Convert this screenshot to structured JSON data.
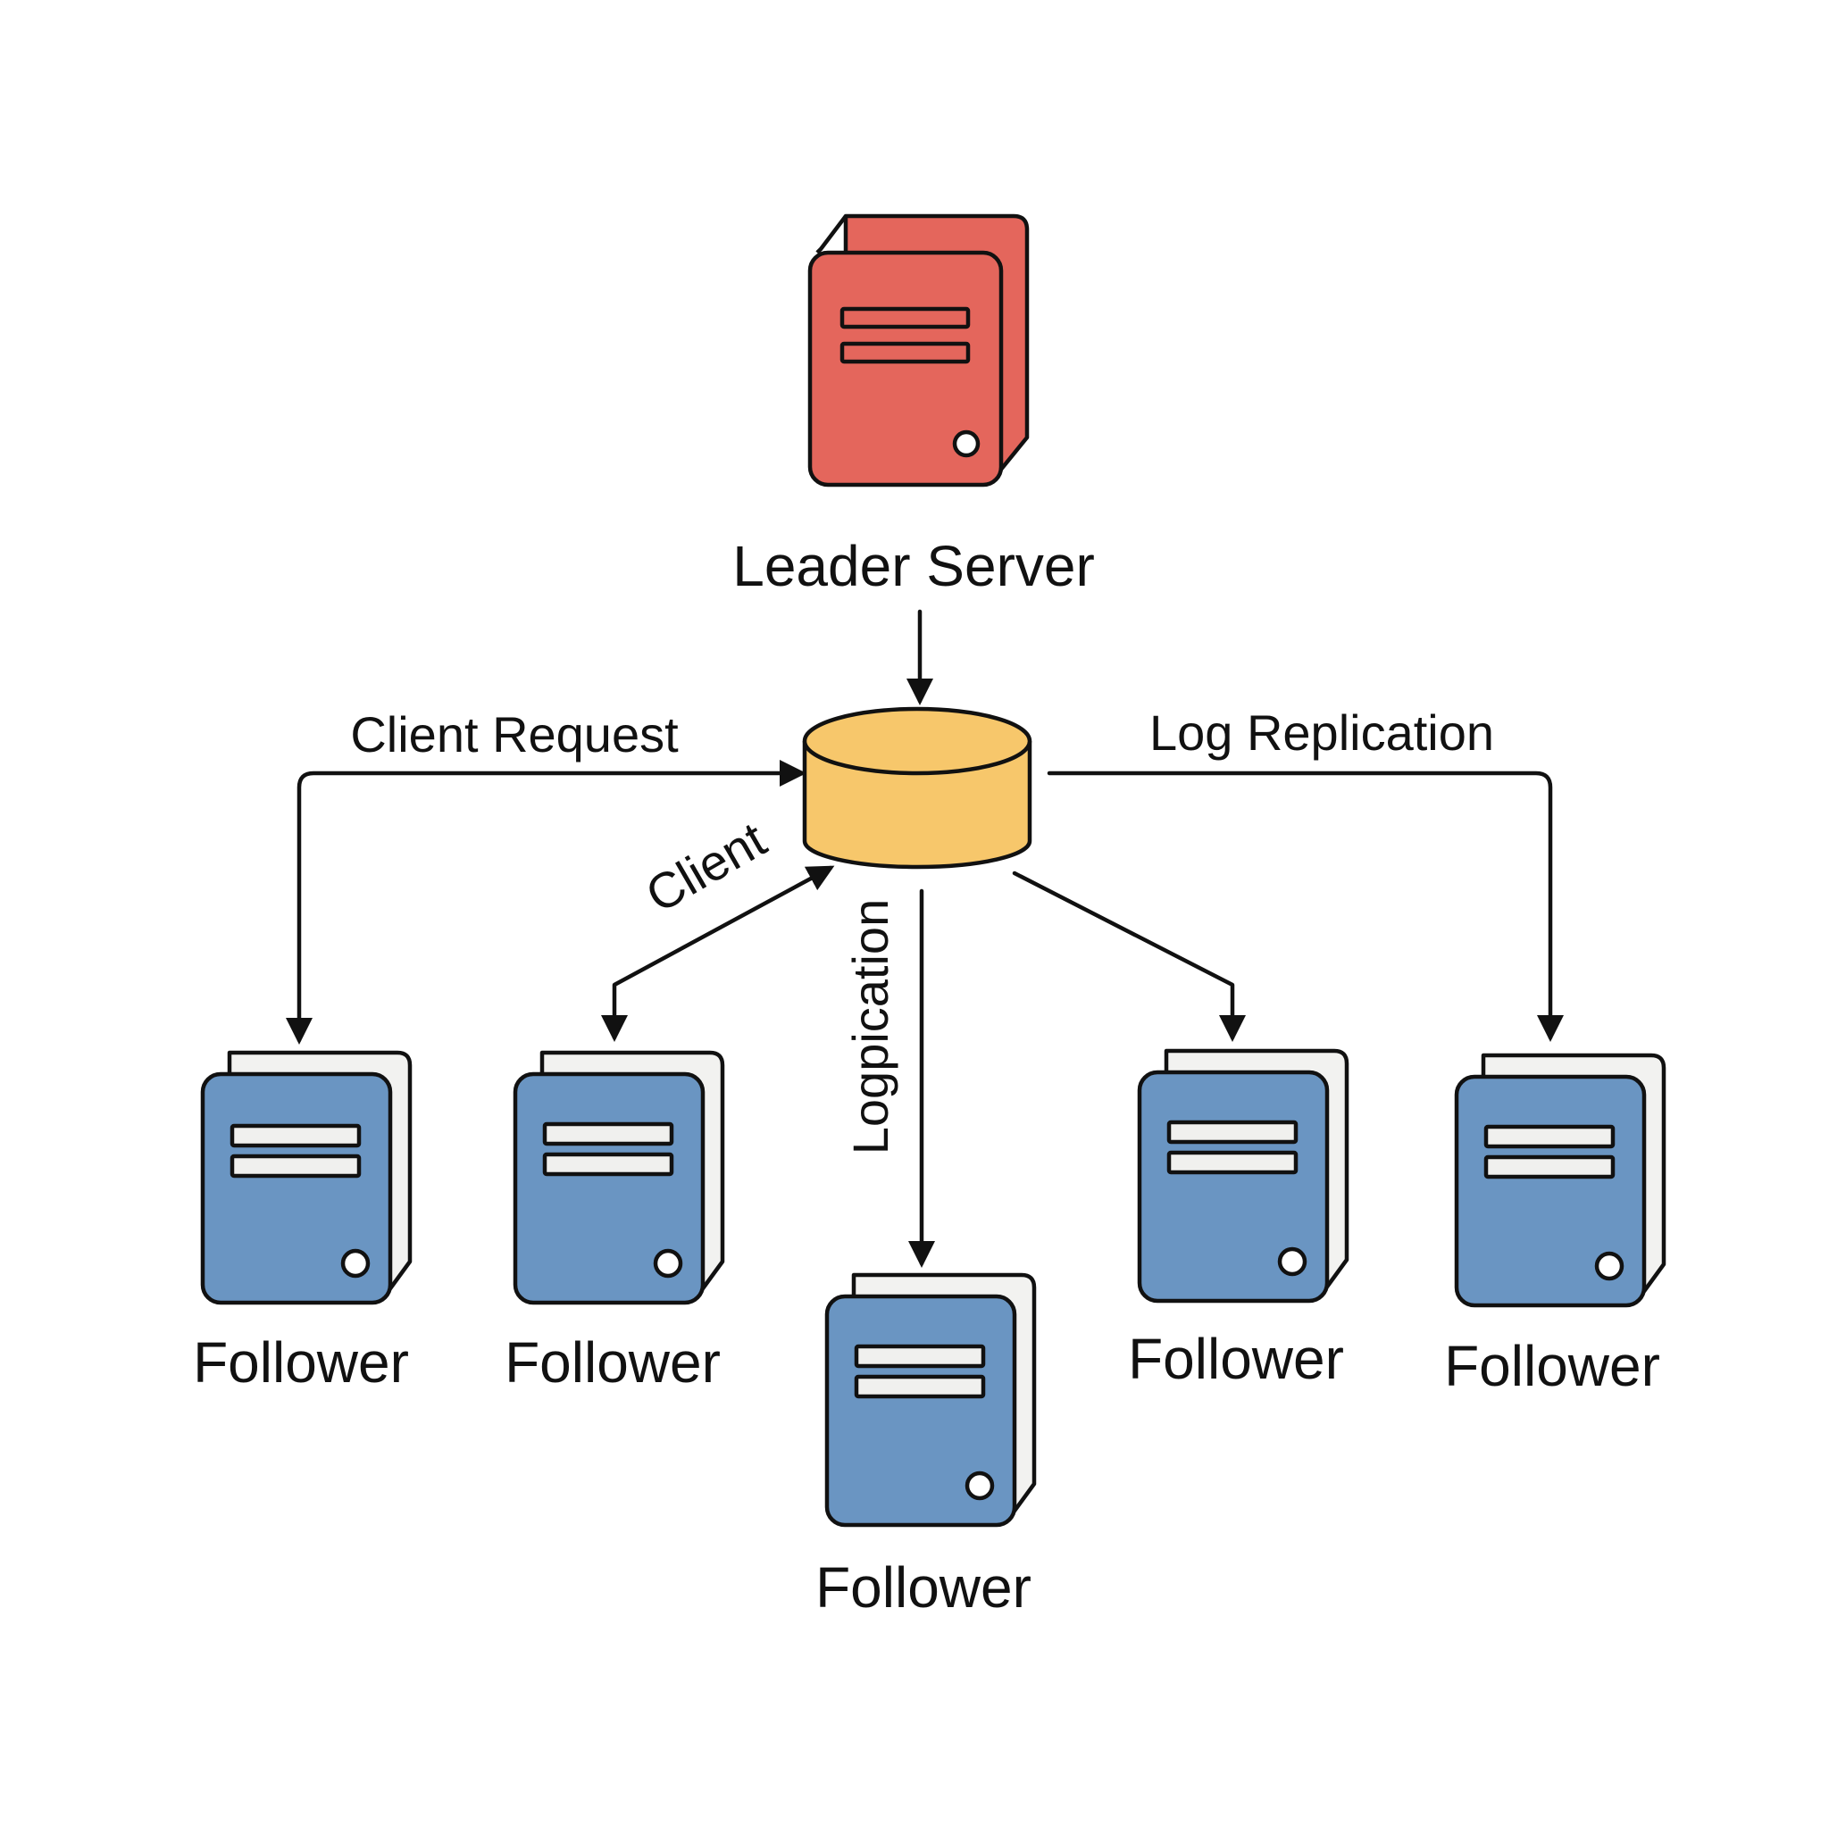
{
  "colors": {
    "leader_fill": "#e4665c",
    "follower_fill": "#6a95c2",
    "follower_side": "#f2f2f0",
    "log_store_fill": "#f7c76b",
    "stroke": "#111111",
    "slot_fill": "#f0f0ee"
  },
  "leader": {
    "label": "Leader Server",
    "icon": "server-icon"
  },
  "log_store": {
    "icon": "cylinder-database-icon"
  },
  "edge_labels": {
    "client_request": "Client Request",
    "log_replication": "Log Replication",
    "client": "Client",
    "logpication": "Logpication"
  },
  "followers": [
    {
      "label": "Follower",
      "icon": "server-icon"
    },
    {
      "label": "Follower",
      "icon": "server-icon"
    },
    {
      "label": "Follower",
      "icon": "server-icon"
    },
    {
      "label": "Follower",
      "icon": "server-icon"
    },
    {
      "label": "Follower",
      "icon": "server-icon"
    }
  ]
}
